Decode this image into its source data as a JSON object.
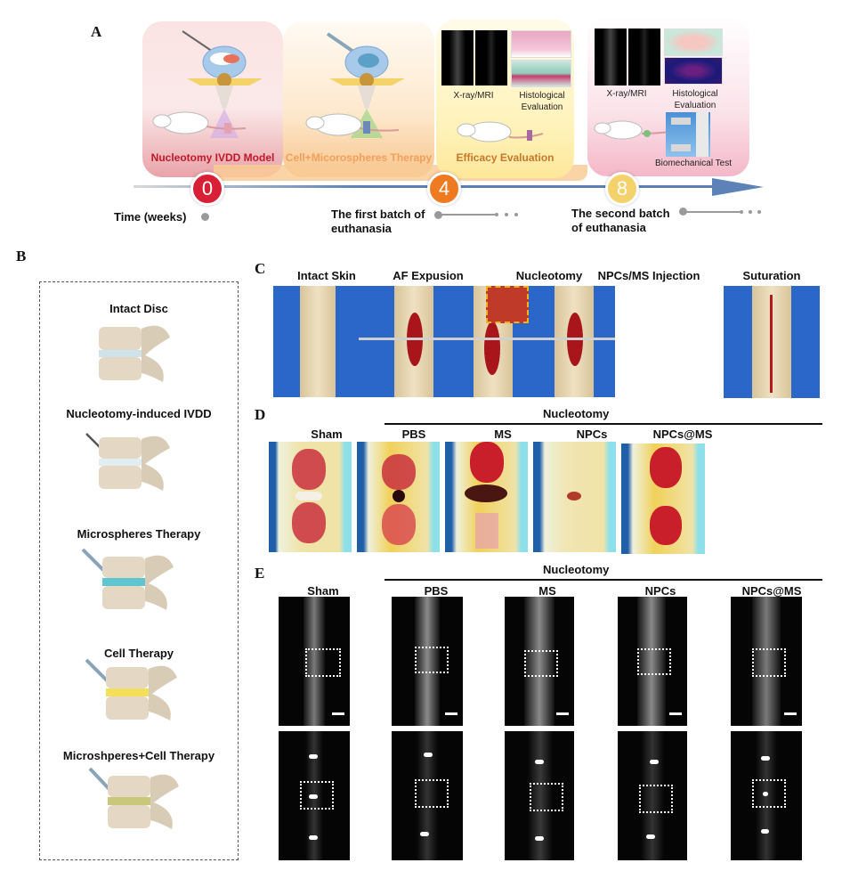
{
  "panel_labels": {
    "a": "A",
    "b": "B",
    "c": "C",
    "d": "D",
    "e": "E"
  },
  "panel_a": {
    "stages": [
      {
        "title": "Nucleotomy IVDD Model",
        "color": "#c0182a"
      },
      {
        "title": "Cell+Micorospheres Therapy",
        "color": "#f0a05a"
      },
      {
        "title": "Efficacy Evaluation",
        "color": "#c8762a"
      },
      {
        "title": "",
        "color": "#ffffff"
      }
    ],
    "captions": {
      "xray_mri_1": "X-ray/MRI",
      "histo_1": "Histological Evaluation",
      "xray_mri_2": "X-ray/MRI",
      "histo_2": "Histological Evaluation",
      "biomech": "Biomechanical Test"
    },
    "nodes": [
      {
        "label": "0",
        "color": "#d81f36"
      },
      {
        "label": "4",
        "color": "#ee7a22"
      },
      {
        "label": "8",
        "color": "#f3d26b"
      }
    ],
    "time_labels": {
      "time": "Time (weeks)",
      "first_batch": "The first batch of euthanasia",
      "second_batch": "The second batch of euthanasia"
    }
  },
  "panel_b": {
    "items": [
      {
        "title": "Intact Disc"
      },
      {
        "title": "Nucleotomy-induced IVDD"
      },
      {
        "title": "Microspheres Therapy"
      },
      {
        "title": "Cell Therapy"
      },
      {
        "title": "Microshperes+Cell Therapy"
      }
    ]
  },
  "panel_c": {
    "columns": [
      "Intact Skin",
      "AF Expusion",
      "Nucleotomy",
      "NPCs/MS Injection",
      "Suturation"
    ]
  },
  "panel_d": {
    "group_label": "Nucleotomy",
    "columns": [
      "Sham",
      "PBS",
      "MS",
      "NPCs",
      "NPCs@MS"
    ]
  },
  "panel_e": {
    "group_label": "Nucleotomy",
    "columns": [
      "Sham",
      "PBS",
      "MS",
      "NPCs",
      "NPCs@MS"
    ]
  }
}
